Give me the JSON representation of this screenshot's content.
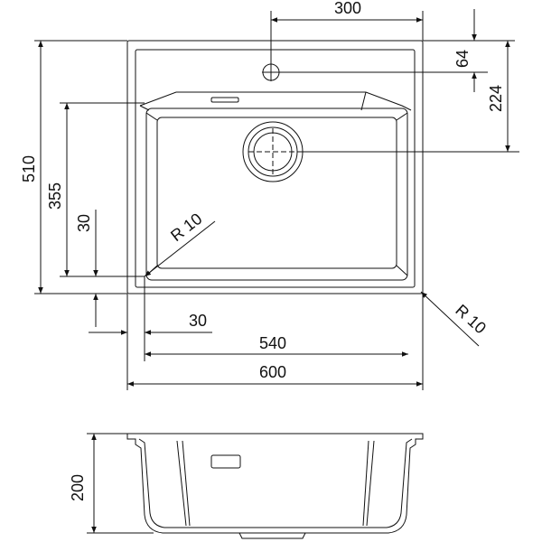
{
  "colors": {
    "line": "#111111",
    "background": "#ffffff"
  },
  "top_view": {
    "dimensions": {
      "overall_width": "600",
      "bowl_width": "540",
      "side_margin": "30",
      "overall_depth": "510",
      "bowl_depth": "355",
      "bottom_margin": "30",
      "tap_hole_offset_x": "300",
      "tap_hole_offset_y": "64",
      "drain_offset_y": "224",
      "corner_radius_inner": "R 10",
      "corner_radius_outer": "R 10"
    }
  },
  "side_view": {
    "dimensions": {
      "bowl_height": "200"
    }
  }
}
